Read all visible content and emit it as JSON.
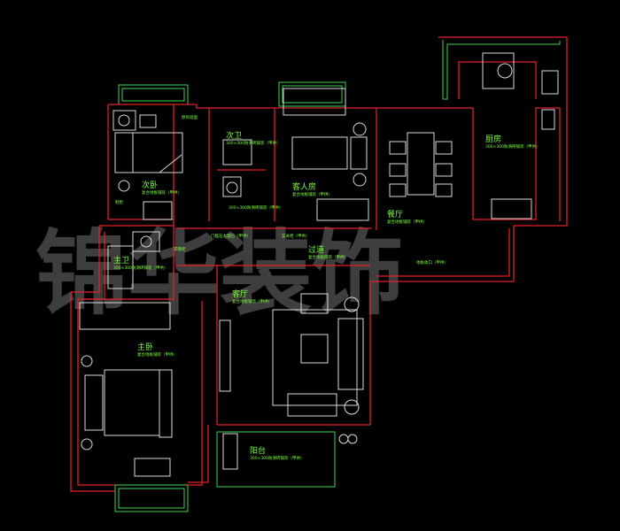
{
  "watermark": "锦华装饰",
  "rooms": {
    "secondary_bedroom": {
      "name": "次卧",
      "note": "复合地板铺装（甲供）"
    },
    "second_bath": {
      "name": "次卫",
      "note": "300×300防滑砖铺装（甲供）"
    },
    "guest_room": {
      "name": "客人房",
      "note": "复合地板铺装（甲供）"
    },
    "kitchen": {
      "name": "厨房",
      "note": "300×300防滑砖铺装（甲供）"
    },
    "dining": {
      "name": "餐厅",
      "note": "复合地板铺装（甲供）"
    },
    "corridor": {
      "name": "过道",
      "note": "复合地板铺装（甲供）"
    },
    "master_bath": {
      "name": "主卫",
      "note": "300×300防滑砖铺装（甲供）"
    },
    "master_bedroom": {
      "name": "主卧",
      "note": "复合地板铺装（甲供）"
    },
    "living": {
      "name": "客厅",
      "note": "复合地板铺装（甲供）"
    },
    "balcony": {
      "name": "阳台",
      "note": "300×300防滑砖铺装（甲供）"
    }
  },
  "annotations": {
    "a1": "原有墙面",
    "a2": "300×300防滑砖铺装（甲供）",
    "a3": "门槛石大理石（甲供）",
    "a4": "衣帽柜",
    "a5": "玄关柜（甲供）",
    "a6": "鞋柜",
    "a7": "地板收口（甲供）"
  },
  "colors": {
    "wall": "#e0202a",
    "furniture": "#d9d9d9",
    "text": "#7CFF3A",
    "window": "#3ad64b"
  }
}
